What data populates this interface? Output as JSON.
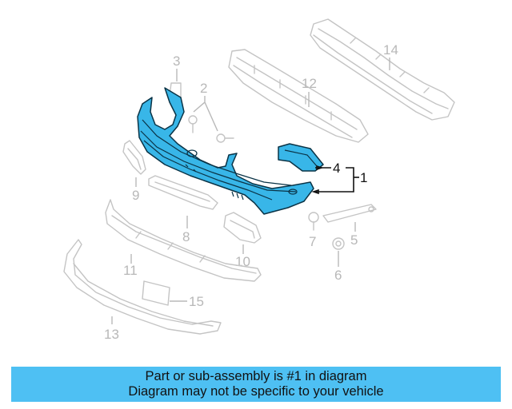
{
  "callouts": {
    "c1": "1",
    "c2": "2",
    "c3": "3",
    "c4": "4",
    "c5": "5",
    "c6": "6",
    "c7": "7",
    "c8": "8",
    "c9": "9",
    "c10": "10",
    "c11": "11",
    "c12": "12",
    "c13": "13",
    "c14": "14",
    "c15": "15"
  },
  "highlight_color": "#38b6e8",
  "banner": {
    "line1": "Part or sub-assembly is #1 in diagram",
    "line2": "Diagram may not be specific to your vehicle"
  }
}
